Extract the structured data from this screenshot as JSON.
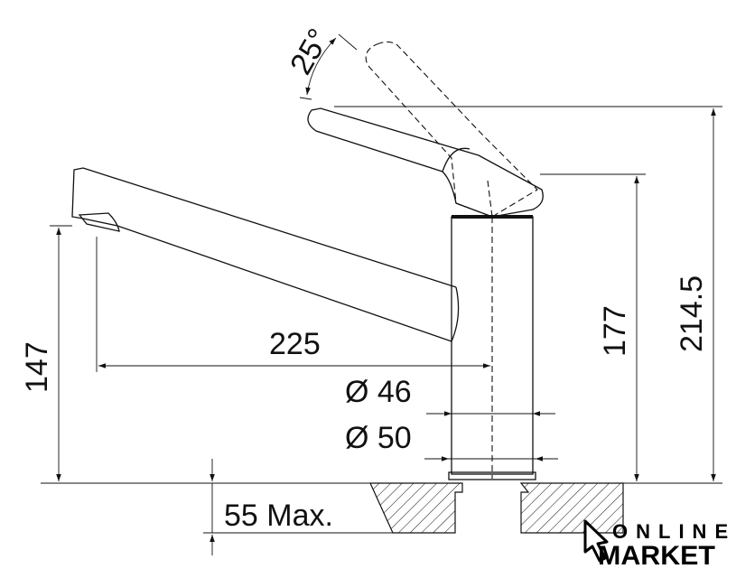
{
  "dimensions": {
    "lever_angle": "25°",
    "spout_reach": "225",
    "spout_height": "147",
    "body_height": "177",
    "total_height": "214.5",
    "inner_diameter": "Ø 46",
    "outer_diameter": "Ø 50",
    "max_counter_thickness": "55 Max."
  },
  "logo": {
    "line1": "ONLINE",
    "line2": "MARKET"
  }
}
